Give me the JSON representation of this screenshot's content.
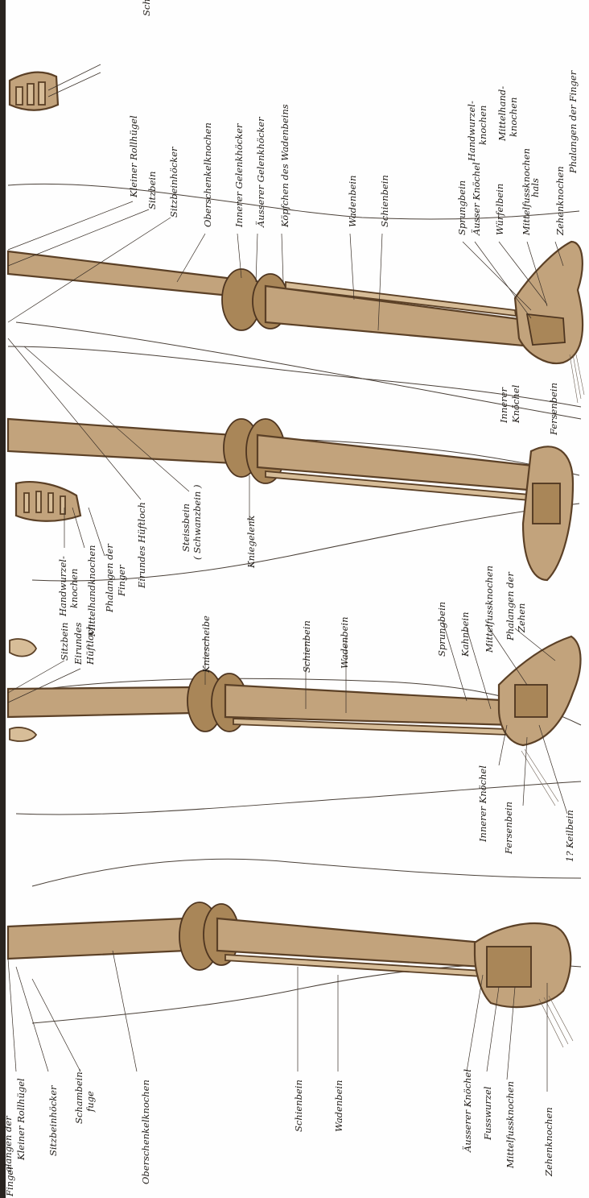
{
  "plate": {
    "labels": {
      "top_right": [
        "hals",
        "Handwurzel-",
        "knochen",
        "Mittelhand-",
        "knochen",
        "Phalangen der Finger"
      ],
      "row1": [
        "Kleiner Rollhügel",
        "Sitzbein",
        "Sitzbeinhöcker",
        "Oberschenkelknochen",
        "Innerer Gelenkhöcker",
        "Äusserer Gelenkhöcker",
        "Köpfchen des Wadenbeins",
        "Wadenbein",
        "Schienbein",
        "Sprungbein",
        "Äusser Knöchel",
        "Würfelbein",
        "Mittelfussknochen",
        "Zehenknochen",
        "Innerer",
        "Knöchel",
        "Fersenbein"
      ],
      "row2": [
        "Handwurzel-",
        "knochen",
        "Mittelhandknochen",
        "Phalangen der",
        "Finger",
        "Eirundes Hüftloch",
        "Steissbein",
        "( Schwanzbein )",
        "Kniegelenk"
      ],
      "row3": [
        "Sitzbein",
        "Eirundes",
        "Hüftloch",
        "Kniescheibe",
        "Schienbein",
        "Wadenbein",
        "Sprungbein",
        "Kahnbein",
        "Mittelfussknochen",
        "Phalangen der",
        "Zehen",
        "Innerer Knöchel",
        "Fersenbein",
        "1? Keilbein"
      ],
      "row4": [
        "Finger",
        "Kleiner Rollhügel",
        "Sitzbeinhöcker",
        "Schambein-",
        "fuge",
        "Oberschenkelknochen",
        "Schienbein",
        "Wadenbein",
        "Äusserer Knöchel",
        "Fusswurzel",
        "Mittelfussknochen",
        "Zehenknochen"
      ],
      "partial_top": [
        "alangen der",
        "Schienbein"
      ]
    }
  }
}
